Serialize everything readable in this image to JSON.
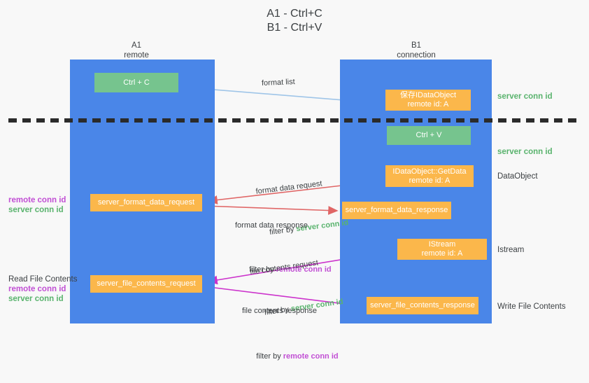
{
  "title": {
    "line1": "A1 - Ctrl+C",
    "line2": "B1 - Ctrl+V"
  },
  "columns": [
    {
      "name": "A1",
      "title": "A1",
      "subtitle": "remote",
      "color": "#4a86e8"
    },
    {
      "name": "B1",
      "title": "B1",
      "subtitle": "connection",
      "color": "#4a86e8"
    }
  ],
  "colors": {
    "column_blue": "#4a86e8",
    "node_green": "#76c48e",
    "node_orange": "#fbb74b",
    "server_conn_green": "#59b36d",
    "remote_conn_purple": "#c14fd4",
    "arrow_lightblue": "#9fc5e8",
    "arrow_red": "#e06666",
    "arrow_black": "#000000",
    "arrow_magenta": "#cc33cc",
    "text_dark": "#3c4043",
    "background": "#f8f8f8"
  },
  "nodes": {
    "ctrl_c": {
      "line1": "Ctrl + C",
      "line2": "",
      "kind": "green"
    },
    "save_ido": {
      "line1": "保存IDataObject",
      "line2": "remote id: A",
      "kind": "orange"
    },
    "ctrl_v": {
      "line1": "Ctrl + V",
      "line2": "",
      "kind": "green"
    },
    "getdata": {
      "line1": "IDataObject::GetData",
      "line2": "remote id: A",
      "kind": "orange"
    },
    "fmt_request": {
      "line1": "server_format_data_request",
      "line2": "",
      "kind": "orange"
    },
    "fmt_response": {
      "line1": "server_format_data_response",
      "line2": "",
      "kind": "orange"
    },
    "istream": {
      "line1": "IStream",
      "line2": "remote id: A",
      "kind": "orange"
    },
    "file_request": {
      "line1": "server_file_contents_request",
      "line2": "",
      "kind": "orange"
    },
    "file_response": {
      "line1": "server_file_contents_response",
      "line2": "",
      "kind": "orange"
    }
  },
  "edge_labels": {
    "format_list": "format list",
    "format_data_request": "format data request",
    "format_data_request_filter_prefix": "filter by ",
    "format_data_request_filter_value": "server conn id",
    "format_data_response": "format data response",
    "format_data_response_filter_prefix": "filter by ",
    "format_data_response_filter_value": "remote conn id",
    "file_contents_request": "file contents request",
    "file_contents_request_filter_prefix": "filter by ",
    "file_contents_request_filter_value": "server conn id",
    "file_contents_response": "file contents response",
    "file_contents_response_filter_prefix": "filter by ",
    "file_contents_response_filter_value": "remote conn id"
  },
  "side_labels": {
    "server_conn_id_top": "server conn id",
    "server_conn_id_mid": "server conn id",
    "data_object": "DataObject",
    "istream": "Istream",
    "write_file_contents": "Write File Contents"
  },
  "left_labels": {
    "group1_line1": "remote conn id",
    "group1_line2": "server conn id",
    "group2_title": "Read File Contents",
    "group2_line1": "remote conn id",
    "group2_line2": "server conn id"
  }
}
